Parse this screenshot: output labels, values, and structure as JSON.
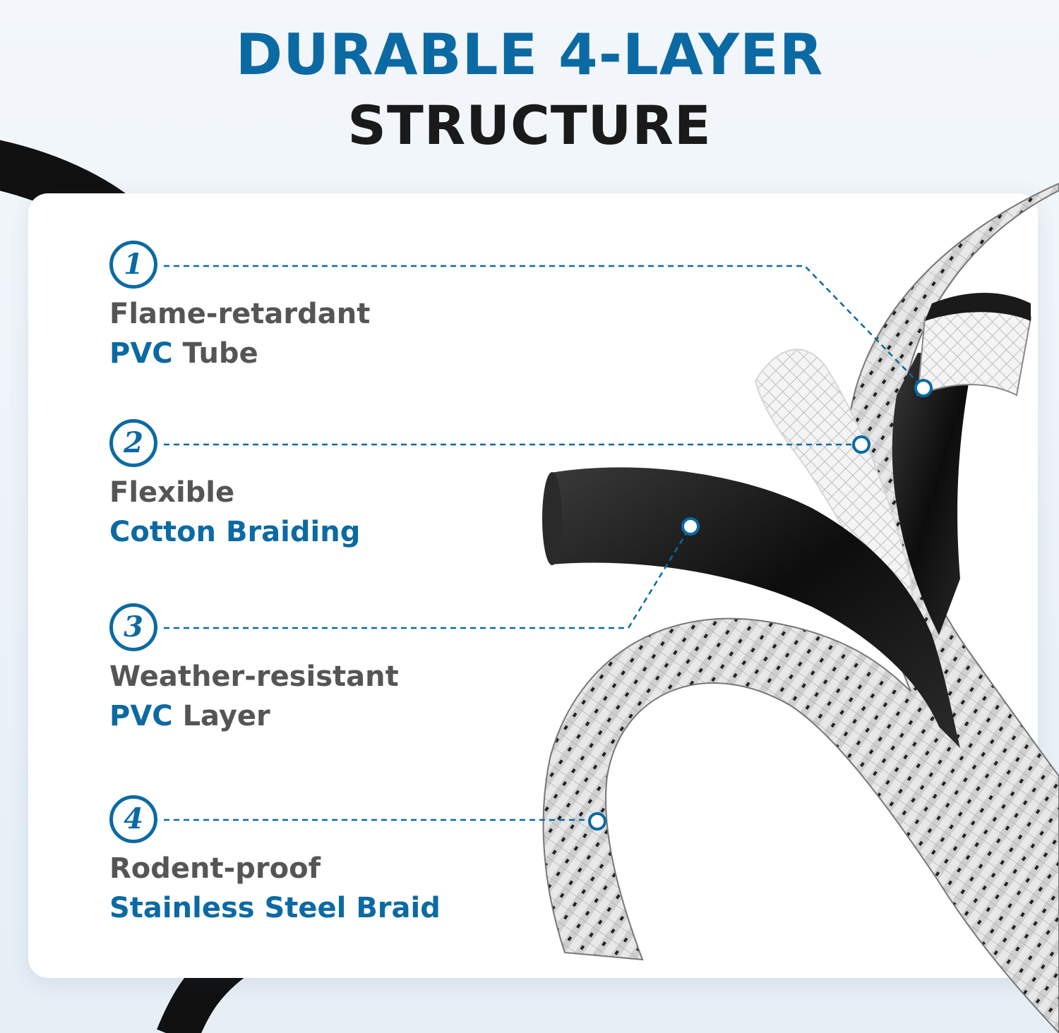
{
  "headline": {
    "line1": "DURABLE 4-LAYER",
    "line2": "STRUCTURE"
  },
  "layers": [
    {
      "number": "1",
      "line1": "Flame-retardant",
      "line2_blue": "PVC",
      "line2_gray": " Tube"
    },
    {
      "number": "2",
      "line1": "Flexible",
      "line2_blue": "Cotton Braiding",
      "line2_gray": ""
    },
    {
      "number": "3",
      "line1": "Weather-resistant",
      "line2_blue": "PVC",
      "line2_gray": " Layer"
    },
    {
      "number": "4",
      "line1": "Rodent-proof",
      "line2_blue": "Stainless Steel Braid",
      "line2_gray": ""
    }
  ],
  "colors": {
    "accent": "#0b6aa3",
    "heading_dark": "#1a1a1a",
    "label_gray": "#555555",
    "background": "#e9f0f7",
    "card": "#ffffff"
  }
}
